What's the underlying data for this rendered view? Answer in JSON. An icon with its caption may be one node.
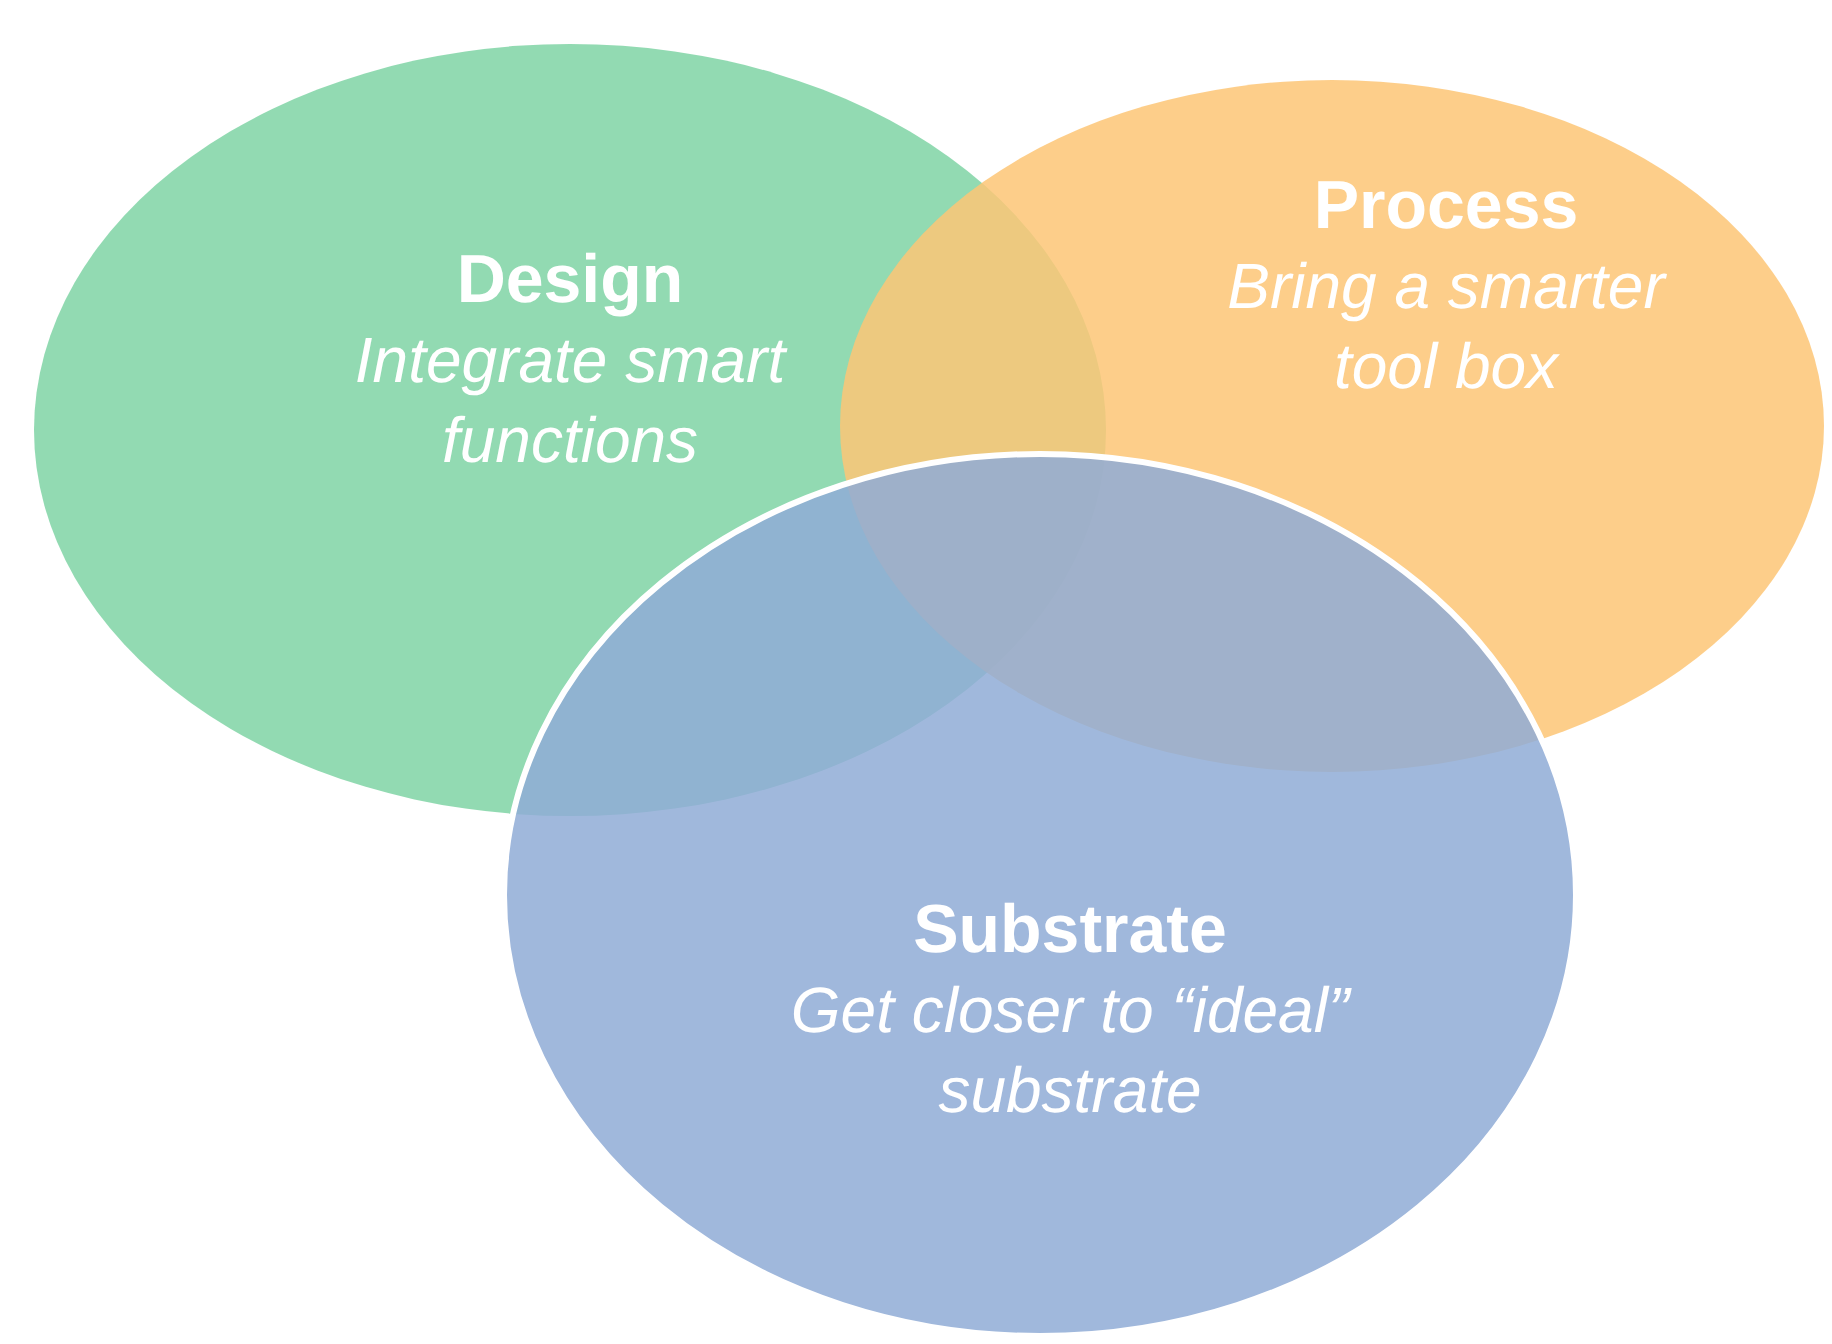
{
  "diagram": {
    "nodes": [
      {
        "text": [
          "Design",
          "Integrate smart functions"
        ]
      },
      {
        "text": [
          "Process",
          "Bring a smarter tool box"
        ]
      },
      {
        "text": [
          "Substrate",
          "Get closer to “ideal” substrate"
        ]
      }
    ]
  }
}
